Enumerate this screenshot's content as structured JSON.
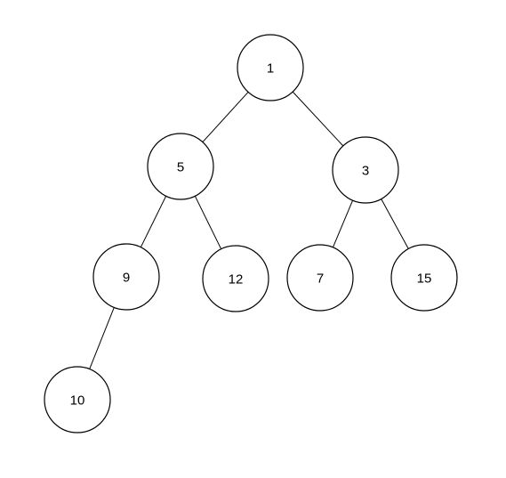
{
  "tree": {
    "nodes": [
      {
        "id": "n1",
        "label": "1"
      },
      {
        "id": "n5",
        "label": "5"
      },
      {
        "id": "n3",
        "label": "3"
      },
      {
        "id": "n9",
        "label": "9"
      },
      {
        "id": "n12",
        "label": "12"
      },
      {
        "id": "n7",
        "label": "7"
      },
      {
        "id": "n15",
        "label": "15"
      },
      {
        "id": "n10",
        "label": "10"
      }
    ],
    "edges": [
      {
        "from": "n1",
        "to": "n5"
      },
      {
        "from": "n1",
        "to": "n3"
      },
      {
        "from": "n5",
        "to": "n9"
      },
      {
        "from": "n5",
        "to": "n12"
      },
      {
        "from": "n3",
        "to": "n7"
      },
      {
        "from": "n3",
        "to": "n15"
      },
      {
        "from": "n9",
        "to": "n10"
      }
    ]
  }
}
